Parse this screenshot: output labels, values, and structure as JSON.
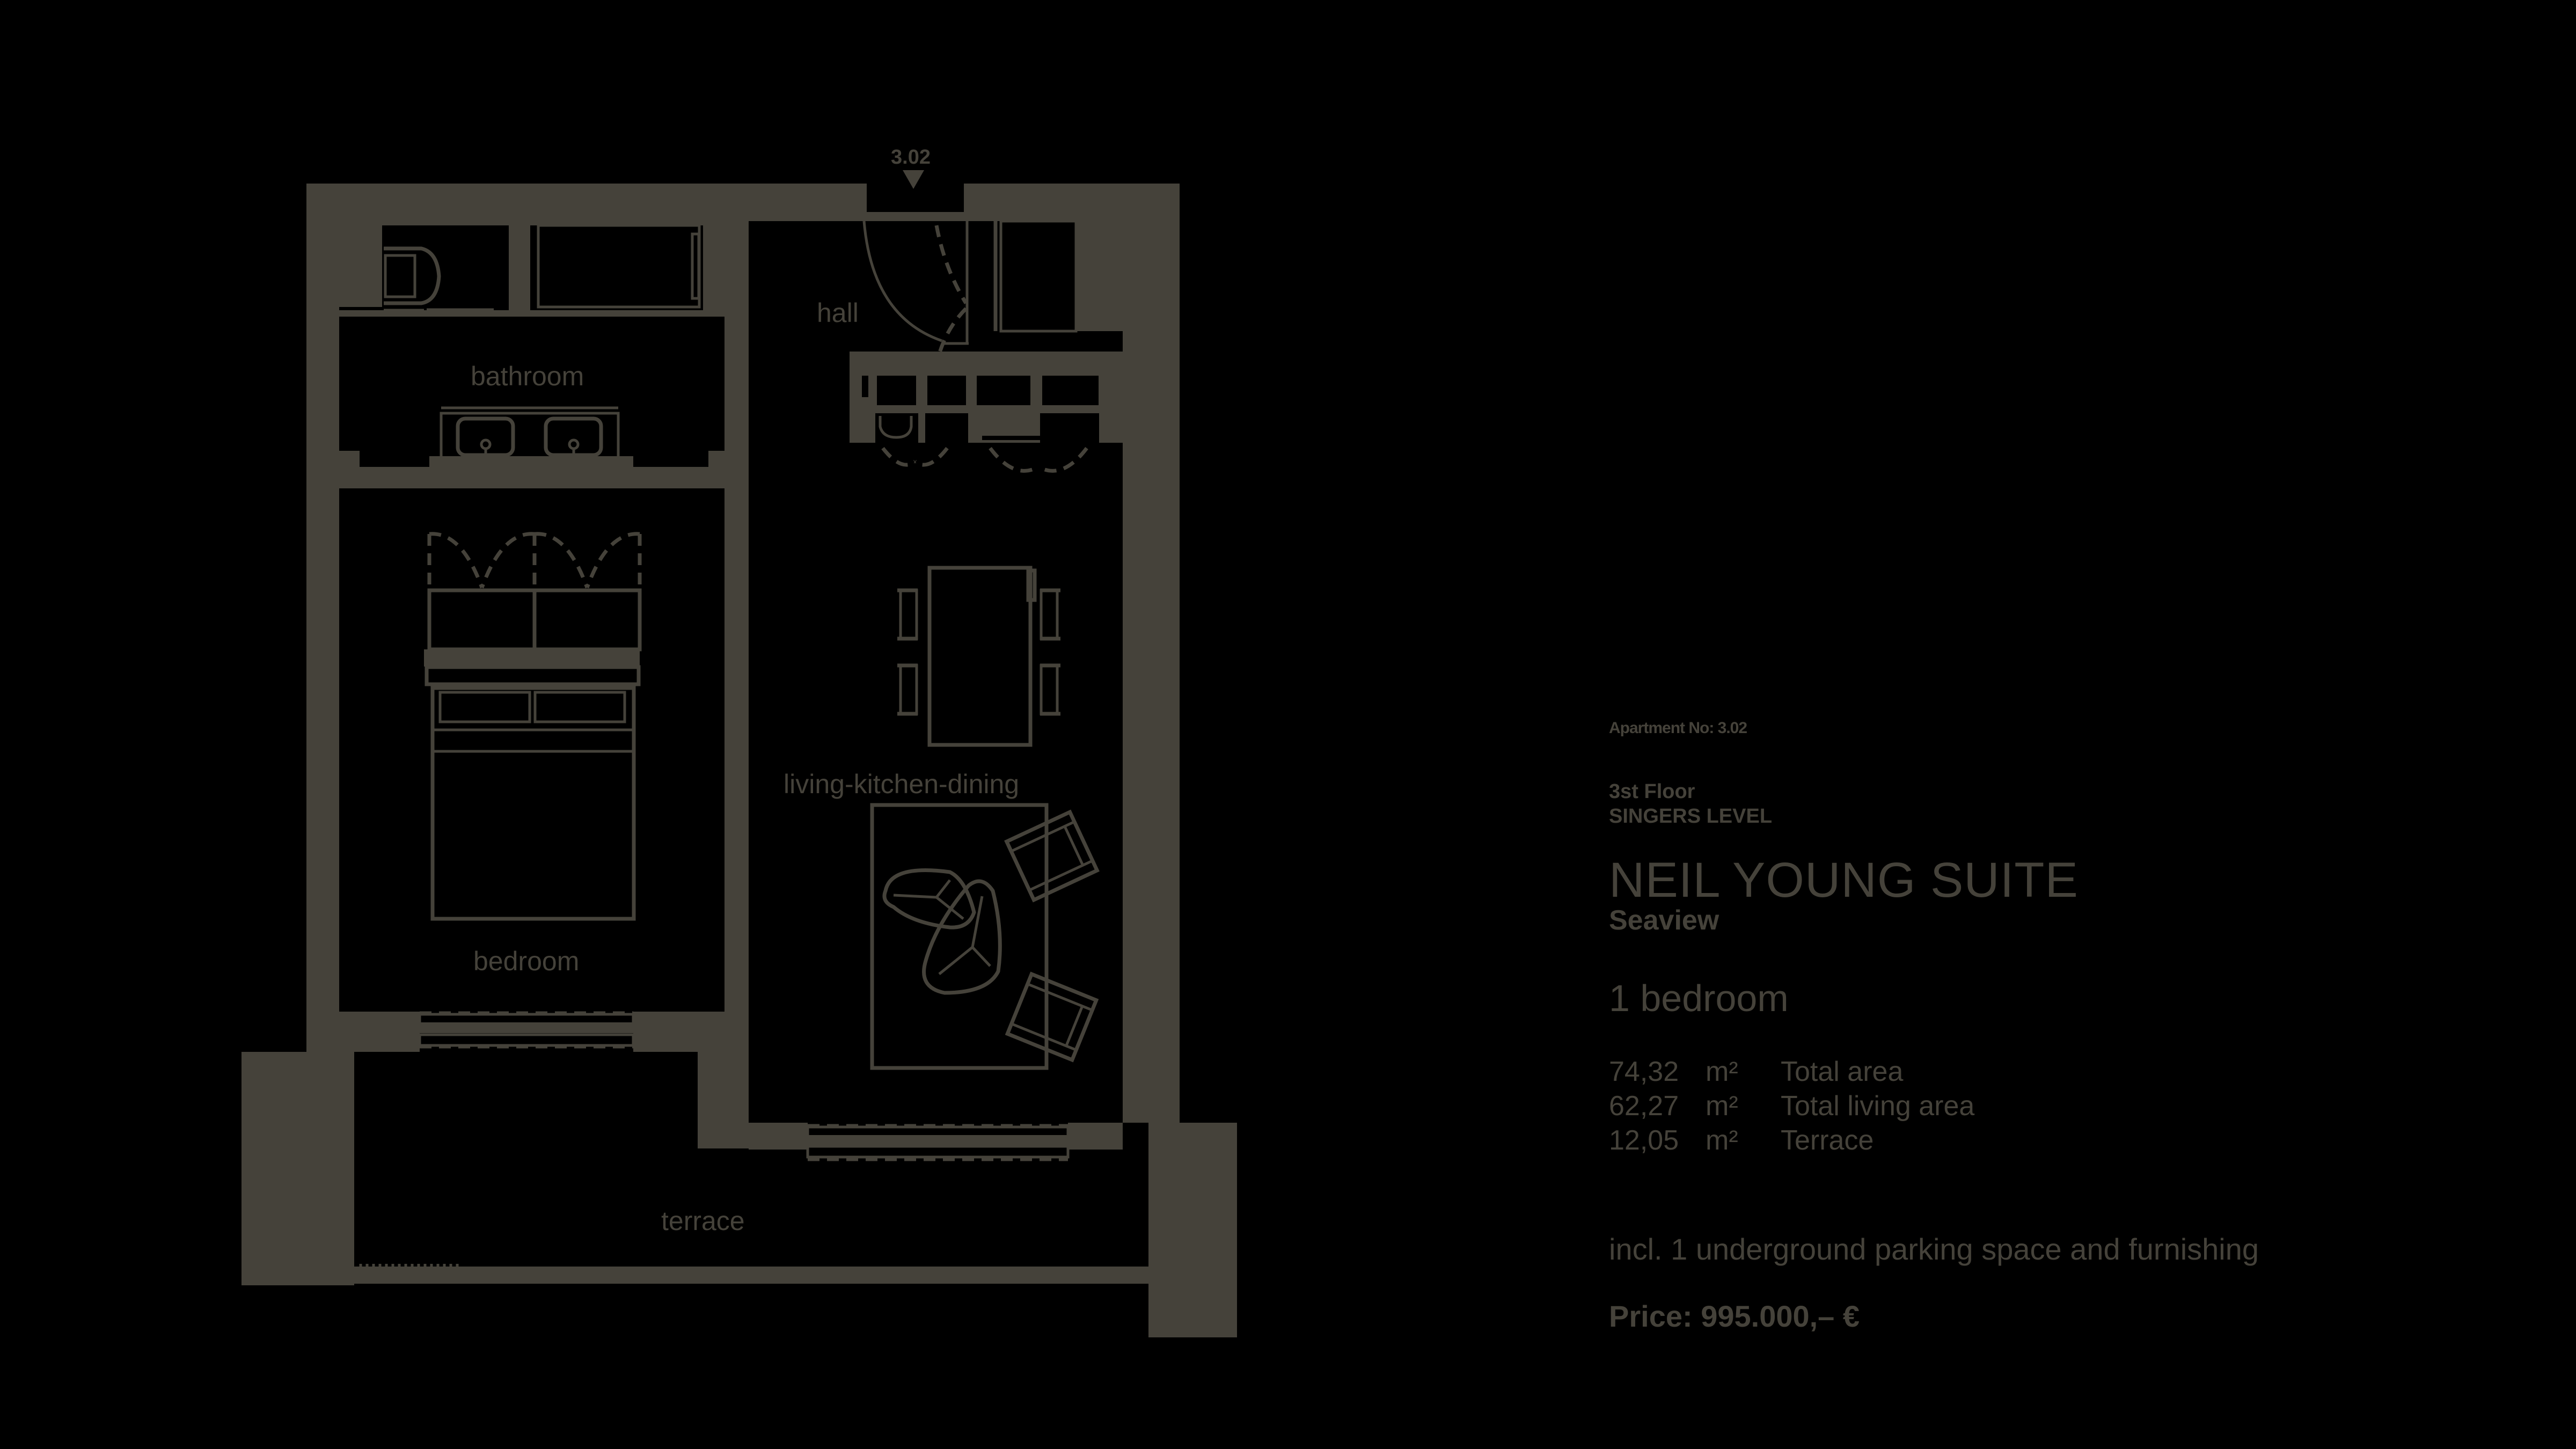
{
  "floorplan": {
    "unit_tag": "3.02",
    "rooms": {
      "hall": "hall",
      "bathroom": "bathroom",
      "bedroom": "bedroom",
      "living": "living-kitchen-dining",
      "terrace": "terrace"
    }
  },
  "info": {
    "apartment_no": "Apartment No: 3.02",
    "floor": "3st Floor",
    "level": "SINGERS LEVEL",
    "suite_name": "NEIL YOUNG SUITE",
    "view": "Seaview",
    "bedrooms": "1 bedroom",
    "areas": [
      {
        "value": "74,32",
        "unit": "m²",
        "label": "Total area"
      },
      {
        "value": "62,27",
        "unit": "m²",
        "label": "Total living area"
      },
      {
        "value": "12,05",
        "unit": "m²",
        "label": "Terrace"
      }
    ],
    "includes": "incl. 1 underground parking space and furnishing",
    "price": "Price: 995.000,– €"
  },
  "colors": {
    "background": "#000000",
    "line": "#45423a"
  }
}
